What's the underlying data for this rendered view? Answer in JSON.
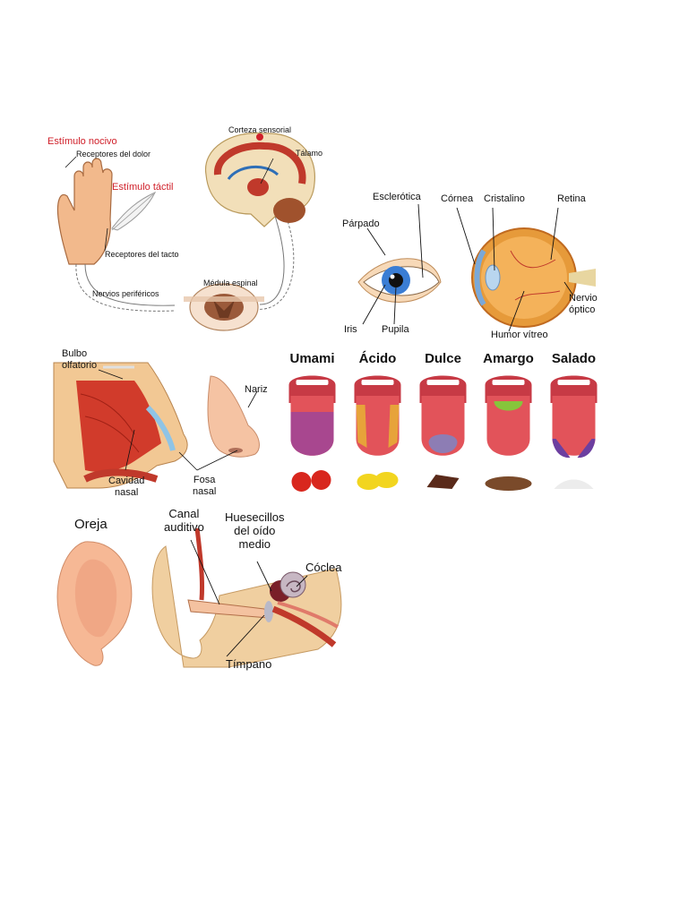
{
  "touch": {
    "labels": {
      "noxious": "Estímulo nocivo",
      "pain_receptors": "Receptores del dolor",
      "tactile": "Estímulo táctil",
      "touch_receptors": "Receptores del tacto",
      "peripheral_nerves": "Nervios periféricos",
      "spinal_cord": "Médula espinal",
      "cortex": "Corteza sensorial",
      "thalamus": "Tálamo"
    }
  },
  "eye": {
    "labels": {
      "sclera": "Esclerótica",
      "cornea": "Córnea",
      "lens": "Cristalino",
      "retina": "Retina",
      "eyelid": "Párpado",
      "iris": "Iris",
      "pupil": "Pupila",
      "vitreous": "Humor vítreo",
      "optic_nerve": "Nervio\nóptico"
    }
  },
  "smell": {
    "labels": {
      "olfactory_bulb": "Bulbo\nolfatorio",
      "nose": "Nariz",
      "nasal_cavity": "Cavidad\nnasal",
      "nostril": "Fosa\nnasal"
    }
  },
  "taste": {
    "tastes": [
      {
        "label": "Umami",
        "zone_color": "#a8478f",
        "food": "tomato"
      },
      {
        "label": "Ácido",
        "zone_color": "#e7a33a",
        "food": "lemon"
      },
      {
        "label": "Dulce",
        "zone_color": "#8d7db4",
        "food": "chocolate"
      },
      {
        "label": "Amargo",
        "zone_color": "#86c53b",
        "food": "coffee"
      },
      {
        "label": "Salado",
        "zone_color": "#6c3fa0",
        "food": "salt"
      }
    ]
  },
  "hearing": {
    "labels": {
      "outer_ear": "Oreja",
      "canal": "Canal\nauditivo",
      "ossicles": "Huesecillos\ndel oído\nmedio",
      "cochlea": "Cóclea",
      "eardrum": "Tímpano"
    }
  }
}
